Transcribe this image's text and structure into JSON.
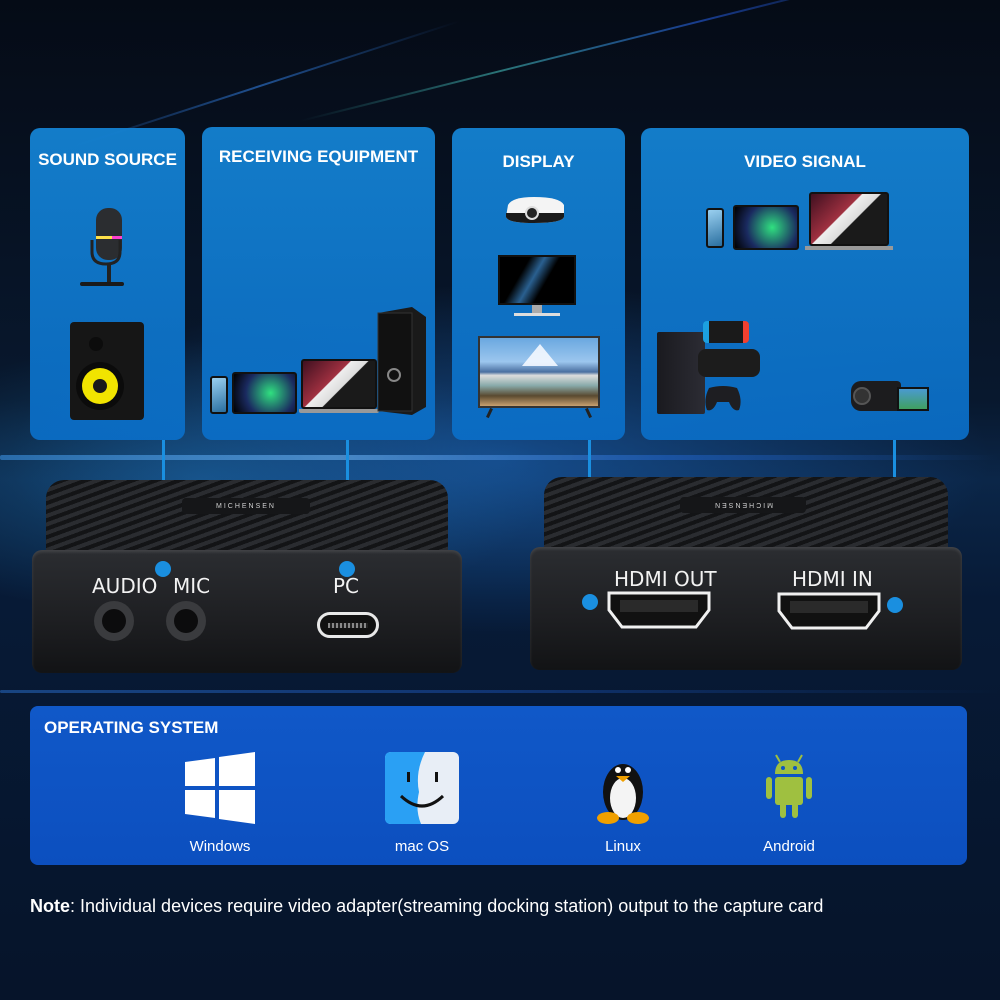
{
  "panels": {
    "sound_source": {
      "title": "SOUND SOURCE",
      "devices": [
        "microphone-icon",
        "speaker-icon"
      ]
    },
    "receiving_equipment": {
      "title": "RECEIVING EQUIPMENT",
      "devices": [
        "phone-icon",
        "tablet-icon",
        "laptop-icon",
        "desktop-pc-icon"
      ]
    },
    "display": {
      "title": "DISPLAY",
      "devices": [
        "projector-icon",
        "monitor-icon",
        "tv-icon"
      ]
    },
    "video_signal": {
      "title": "VIDEO SIGNAL",
      "devices": [
        "phone-icon",
        "tablet-icon",
        "laptop-icon",
        "game-console-icon",
        "handheld-console-icon",
        "gamepad-icon",
        "camcorder-icon"
      ]
    }
  },
  "device_left": {
    "brand": "MICHENSEN",
    "ports": {
      "audio": "AUDIO",
      "mic": "MIC",
      "pc": "PC"
    }
  },
  "device_right": {
    "brand": "MICHENSEN",
    "ports": {
      "hdmi_out": "HDMI OUT",
      "hdmi_in": "HDMI IN"
    }
  },
  "operating_system": {
    "title": "OPERATING SYSTEM",
    "items": [
      {
        "label": "Windows",
        "icon": "windows-icon"
      },
      {
        "label": "mac OS",
        "icon": "macos-finder-icon"
      },
      {
        "label": "Linux",
        "icon": "linux-tux-icon"
      },
      {
        "label": "Android",
        "icon": "android-icon"
      }
    ]
  },
  "note": {
    "prefix": "Note",
    "text": ": Individual devices require video adapter(streaming docking station) output to the capture card"
  },
  "colors": {
    "panel_blue": "#148ad6",
    "os_blue": "#0e55c4",
    "connector_blue": "#1a8fe0",
    "background": "#05101e"
  }
}
